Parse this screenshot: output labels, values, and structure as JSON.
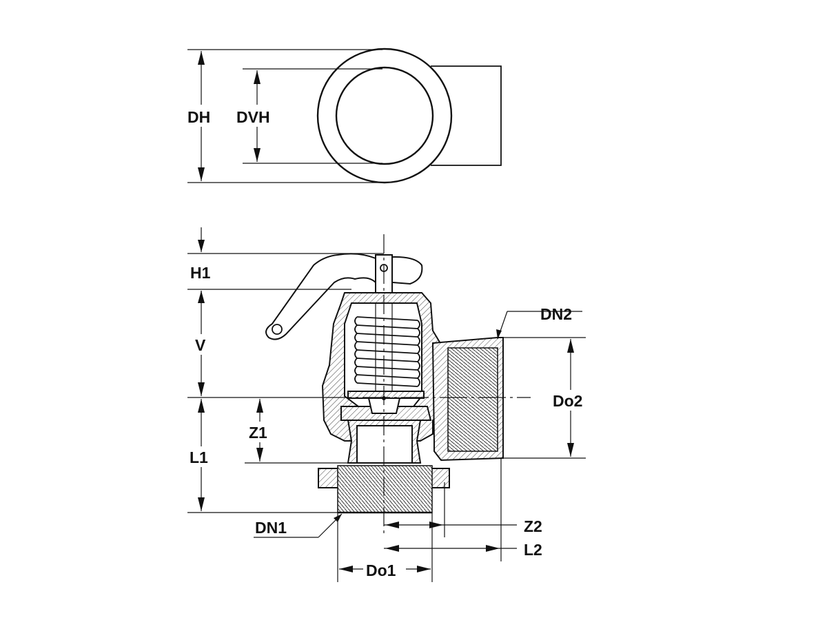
{
  "labels": {
    "dh": "DH",
    "dvh": "DVH",
    "h1": "H1",
    "v": "V",
    "l1": "L1",
    "z1": "Z1",
    "dn1": "DN1",
    "dn2": "DN2",
    "do1": "Do1",
    "do2": "Do2",
    "z2": "Z2",
    "l2": "L2"
  },
  "colors": {
    "line": "#111111",
    "background": "#ffffff",
    "hatch": "#555555"
  }
}
